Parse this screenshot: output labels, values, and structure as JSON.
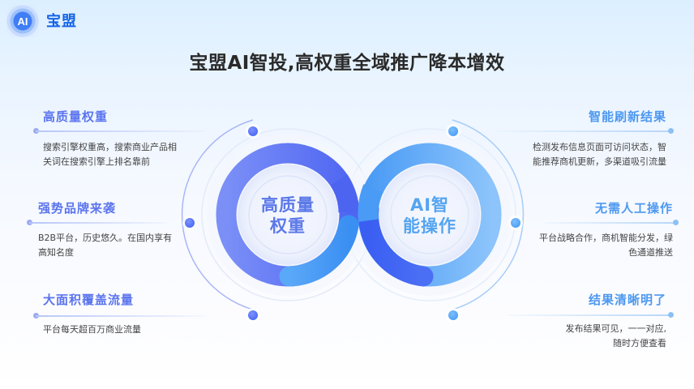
{
  "header": {
    "logo_text": "AI",
    "brand": "宝盟"
  },
  "title": "宝盟AI智投,高权重全域推广降本增效",
  "center": {
    "left_label": [
      "高质量",
      "权重"
    ],
    "right_label": [
      "AI智",
      "能操作"
    ]
  },
  "left_features": [
    {
      "title": "高质量权重",
      "desc": [
        "搜索引擎权重高，搜索商业产品相",
        "关词在搜索引擎上排名靠前"
      ]
    },
    {
      "title": "强势品牌来袭",
      "desc": [
        "B2B平台，历史悠久。在国内享有",
        "高知名度"
      ]
    },
    {
      "title": "大面积覆盖流量",
      "desc": [
        "平台每天超百万商业流量"
      ]
    }
  ],
  "right_features": [
    {
      "title": "智能刷新结果",
      "desc": [
        "检测发布信息页面可访问状态，智",
        "能推荐商机更新，多渠道吸引流量"
      ]
    },
    {
      "title": "无需人工操作",
      "desc": [
        "平台战略合作，商机智能分发，绿",
        "色通道推送"
      ]
    },
    {
      "title": "结果清晰明了",
      "desc": [
        "发布结果可见，一一对应,",
        "随时方便查看"
      ]
    }
  ],
  "colors": {
    "brand": "#1463e8",
    "left_accent": "#5b74ee",
    "right_accent": "#4d98f0",
    "title": "#2a2a2a"
  }
}
